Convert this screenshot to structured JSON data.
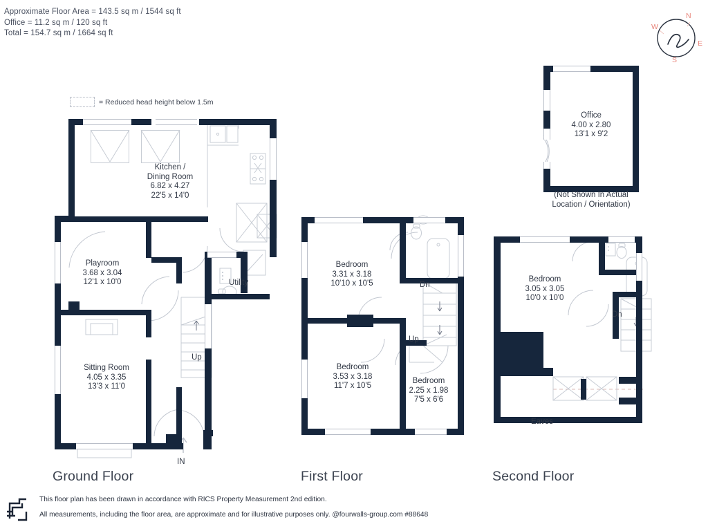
{
  "header": {
    "lines": [
      "Approximate Floor Area = 143.5 sq m / 1544 sq ft",
      "Office = 11.2 sq m / 120 sq ft",
      "Total = 154.7 sq m / 1664 sq ft"
    ]
  },
  "compass": {
    "n": "N",
    "e": "E",
    "s": "S",
    "w": "W",
    "monogram": "h"
  },
  "legend": {
    "text": "= Reduced head height below 1.5m"
  },
  "floors": [
    {
      "id": "ground",
      "title": "Ground Floor",
      "rooms": [
        {
          "name": "Kitchen /",
          "name2": "Dining Room",
          "metric": "6.82 x 4.27",
          "imperial": "22'5 x 14'0"
        },
        {
          "name": "Playroom",
          "metric": "3.68 x 3.04",
          "imperial": "12'1 x 10'0"
        },
        {
          "name": "Sitting Room",
          "metric": "4.05 x 3.35",
          "imperial": "13'3 x 11'0"
        },
        {
          "name": "Utility"
        }
      ],
      "labels": {
        "up": "Up",
        "entry": "IN"
      }
    },
    {
      "id": "first",
      "title": "First Floor",
      "rooms": [
        {
          "name": "Bedroom",
          "metric": "3.31 x 3.18",
          "imperial": "10'10 x 10'5"
        },
        {
          "name": "Bedroom",
          "metric": "3.53 x 3.18",
          "imperial": "11'7 x 10'5"
        },
        {
          "name": "Bedroom",
          "metric": "2.25 x 1.98",
          "imperial": "7'5 x 6'6"
        }
      ],
      "labels": {
        "up": "Up",
        "down": "Dn"
      }
    },
    {
      "id": "second",
      "title": "Second Floor",
      "rooms": [
        {
          "name": "Bedroom",
          "metric": "3.05 x 3.05",
          "imperial": "10'0 x 10'0"
        }
      ],
      "labels": {
        "down": "Dn",
        "eaves": "Eaves"
      }
    }
  ],
  "office": {
    "name": "Office",
    "metric": "4.00 x 2.80",
    "imperial": "13'1 x 9'2",
    "note_line1": "(Not Shown In Actual",
    "note_line2": "Location / Orientation)"
  },
  "footer": {
    "line1": "This floor plan has been drawn in accordance with RICS Property Measurement 2nd edition.",
    "line2": "All measurements, including the floor area, are approximate and for illustrative purposes only. @fourwalls-group.com #88648"
  },
  "colors": {
    "wall": "#16263c",
    "text": "#333a47",
    "compass": "#e8847a",
    "fixture_line": "#c7ccd4"
  }
}
